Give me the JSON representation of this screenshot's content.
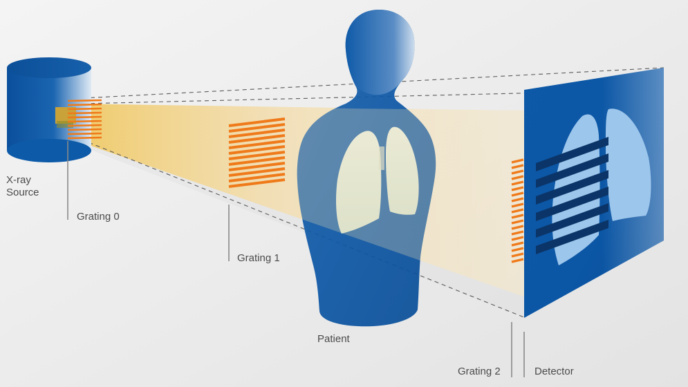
{
  "labels": {
    "source_line1": "X-ray",
    "source_line2": "Source",
    "grating0": "Grating 0",
    "grating1": "Grating 1",
    "patient": "Patient",
    "grating2": "Grating 2",
    "detector": "Detector"
  },
  "colors": {
    "background": "#ececec",
    "source_blue": "#0a56a6",
    "patient_blue": "#0f5fae",
    "grating_orange": "#ef7a1a",
    "beam_yellow": "#f0c860",
    "lung_light": "#e9f0d6",
    "detector_blue": "#0b5aa8",
    "detector_lung": "#9dc6ec",
    "detector_bars": "#0b3568",
    "label_text": "#4a4a4a"
  }
}
